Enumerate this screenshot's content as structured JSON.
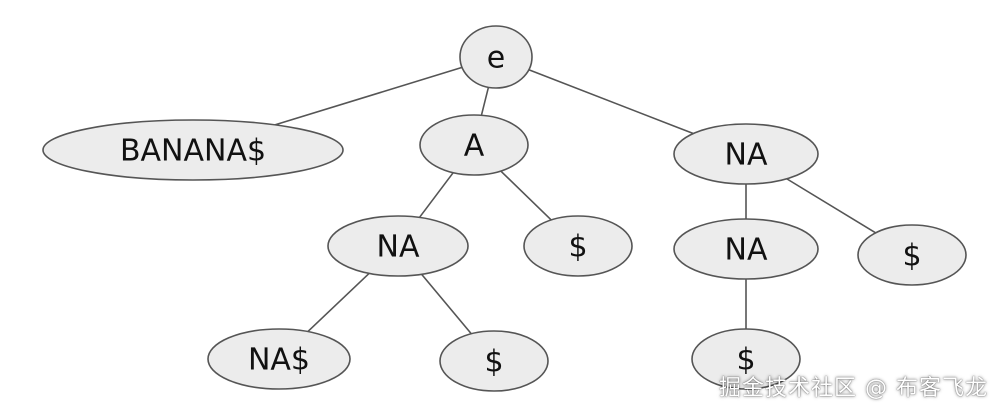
{
  "tree": {
    "nodes": [
      {
        "id": "root",
        "label": "e"
      },
      {
        "id": "n-bananas",
        "label": "BANANA$"
      },
      {
        "id": "n-a",
        "label": "A"
      },
      {
        "id": "n-na-top",
        "label": "NA"
      },
      {
        "id": "n-a-na",
        "label": "NA"
      },
      {
        "id": "n-a-dollar",
        "label": "$"
      },
      {
        "id": "n-na-na",
        "label": "NA"
      },
      {
        "id": "n-na-dollar",
        "label": "$"
      },
      {
        "id": "n-a-na-nas",
        "label": "NA$"
      },
      {
        "id": "n-a-na-dollar",
        "label": "$"
      },
      {
        "id": "n-na-na-dollar",
        "label": "$"
      }
    ],
    "edges": [
      [
        "root",
        "n-bananas"
      ],
      [
        "root",
        "n-a"
      ],
      [
        "root",
        "n-na-top"
      ],
      [
        "n-a",
        "n-a-na"
      ],
      [
        "n-a",
        "n-a-dollar"
      ],
      [
        "n-na-top",
        "n-na-na"
      ],
      [
        "n-na-top",
        "n-na-dollar"
      ],
      [
        "n-a-na",
        "n-a-na-nas"
      ],
      [
        "n-a-na",
        "n-a-na-dollar"
      ],
      [
        "n-na-na",
        "n-na-na-dollar"
      ]
    ]
  },
  "watermark": "掘金技术社区 @ 布客飞龙"
}
